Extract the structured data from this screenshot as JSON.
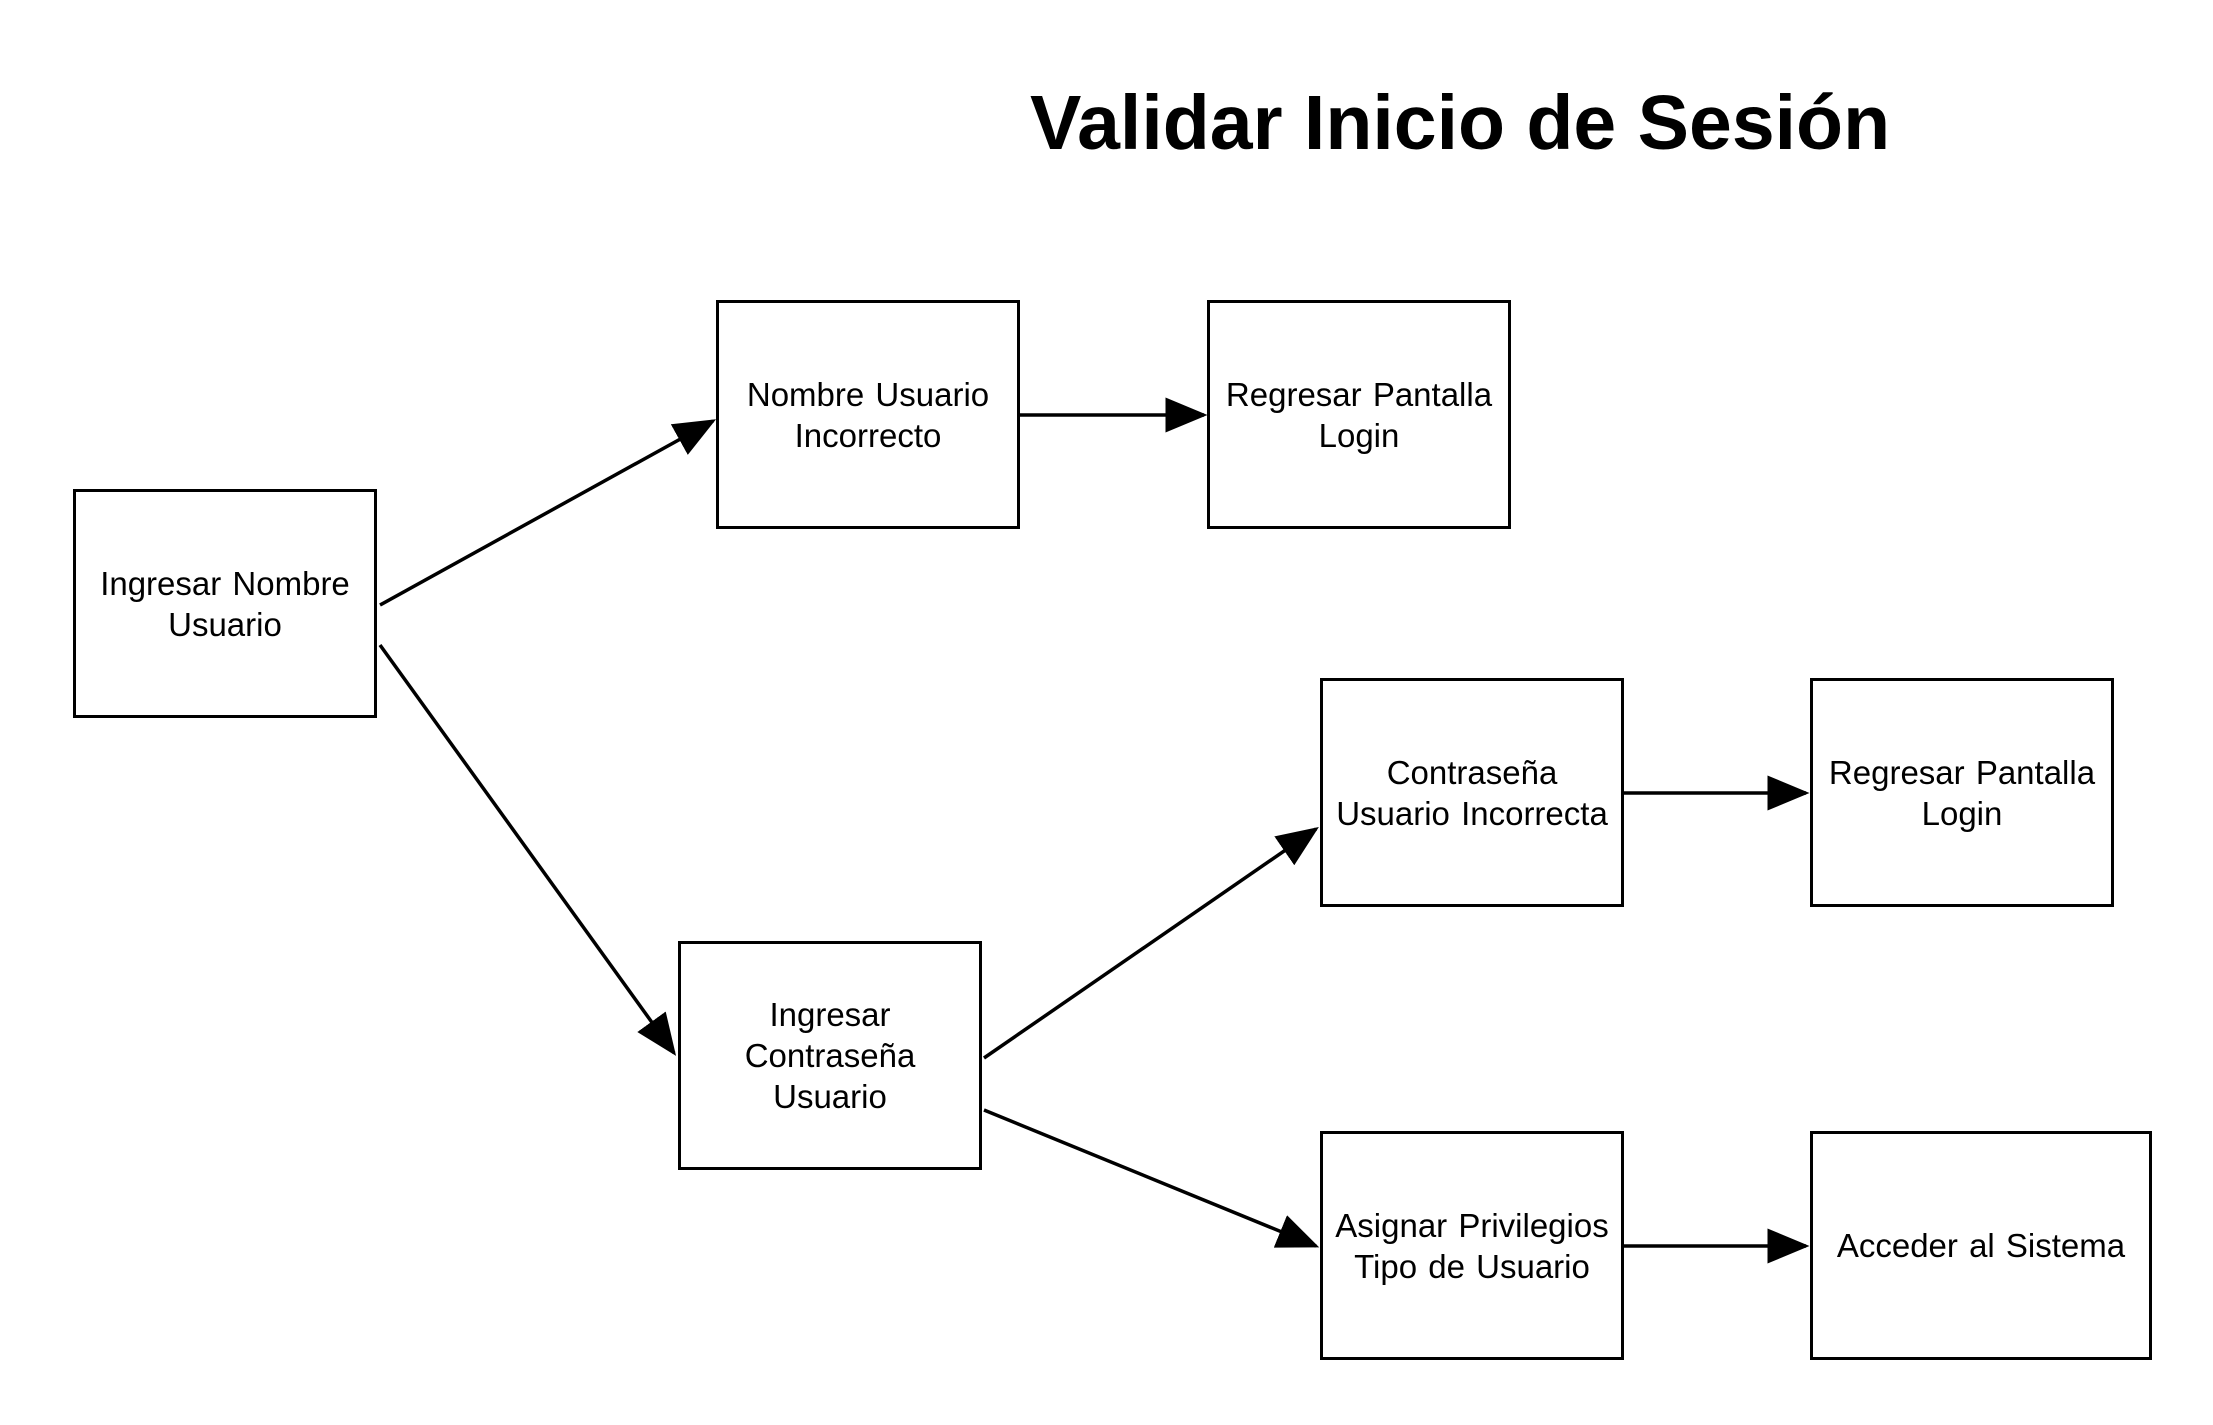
{
  "diagram": {
    "title": "Validar Inicio de Sesión",
    "nodes": [
      {
        "id": "n1",
        "label": "Ingresar Nombre\nUsuario"
      },
      {
        "id": "n2",
        "label": "Nombre  Usuario\nIncorrecto"
      },
      {
        "id": "n3",
        "label": "Regresar  Pantalla\nLogin"
      },
      {
        "id": "n4",
        "label": "Ingresar\nContraseña\nUsuario"
      },
      {
        "id": "n5",
        "label": "Contraseña\nUsuario Incorrecta"
      },
      {
        "id": "n6",
        "label": "Regresar  Pantalla\nLogin"
      },
      {
        "id": "n7",
        "label": "Asignar Privilegios\nTipo de Usuario"
      },
      {
        "id": "n8",
        "label": "Acceder al Sistema"
      }
    ],
    "edges": [
      {
        "from": "n1",
        "to": "n2"
      },
      {
        "from": "n2",
        "to": "n3"
      },
      {
        "from": "n1",
        "to": "n4"
      },
      {
        "from": "n4",
        "to": "n5"
      },
      {
        "from": "n5",
        "to": "n6"
      },
      {
        "from": "n4",
        "to": "n7"
      },
      {
        "from": "n7",
        "to": "n8"
      }
    ],
    "colors": {
      "stroke": "#000000",
      "background": "#ffffff"
    }
  }
}
